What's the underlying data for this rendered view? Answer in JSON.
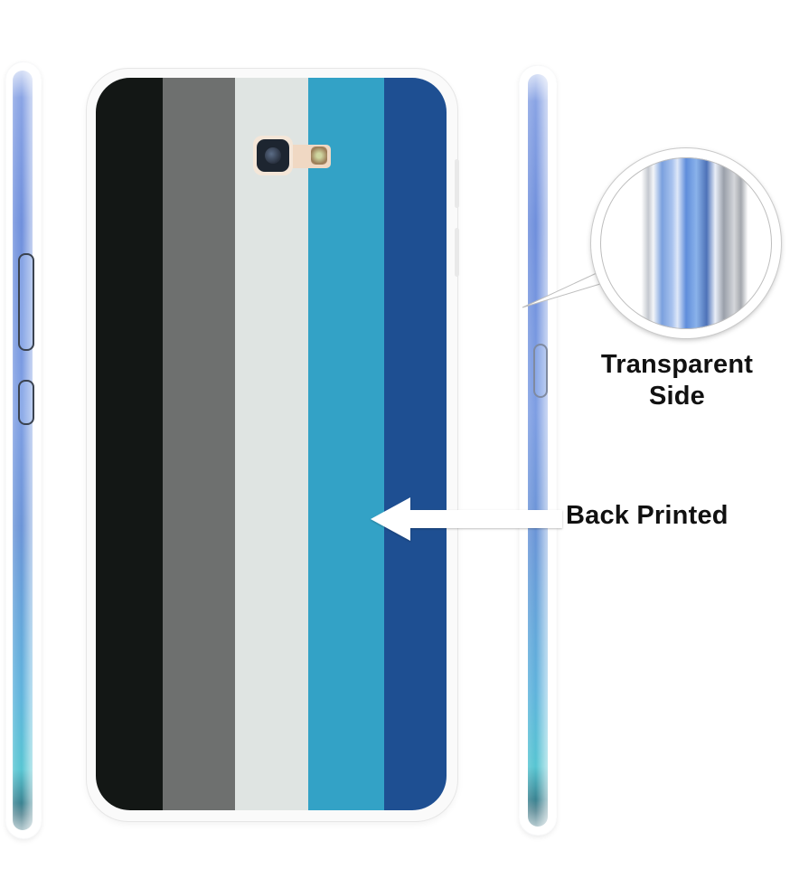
{
  "product": {
    "type": "phone back case",
    "design": "vertical stripes",
    "stripe_colors": [
      "#131715",
      "#6e706f",
      "#dfe4e2",
      "#33a2c6",
      "#1e4f92"
    ]
  },
  "callouts": {
    "transparent_side": {
      "line1": "Transparent",
      "line2": "Side"
    },
    "back_printed": "Back Printed"
  },
  "colors": {
    "case_frame": "#fafafa",
    "side_phone_blue": "#7e9ee3",
    "side_phone_teal": "#57c5d2",
    "label_text": "#111111"
  }
}
